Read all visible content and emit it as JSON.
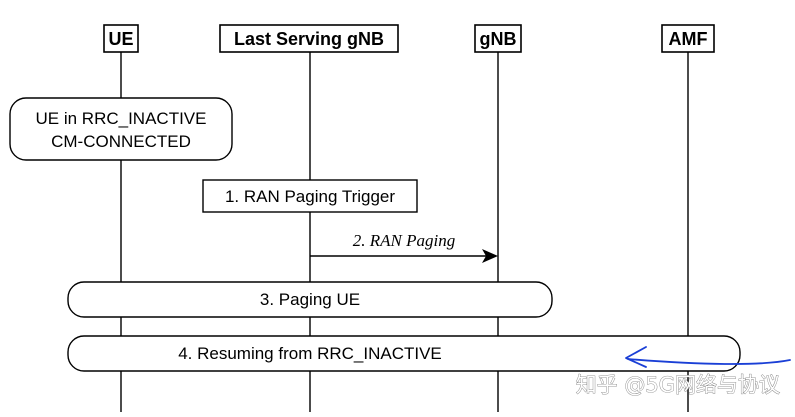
{
  "entities": {
    "ue": "UE",
    "last_serving_gnb": "Last Serving gNB",
    "gnb": "gNB",
    "amf": "AMF"
  },
  "state_box": {
    "line1": "UE in RRC_INACTIVE",
    "line2": "CM-CONNECTED"
  },
  "steps": {
    "trigger": "1. RAN Paging Trigger",
    "ran_paging": "2. RAN Paging",
    "paging_ue": "3. Paging UE",
    "resuming": "4. Resuming from RRC_INACTIVE"
  },
  "watermark": "知乎 @5G网络与协议",
  "colors": {
    "line": "#000000",
    "annotation": "#1a3fd6"
  }
}
